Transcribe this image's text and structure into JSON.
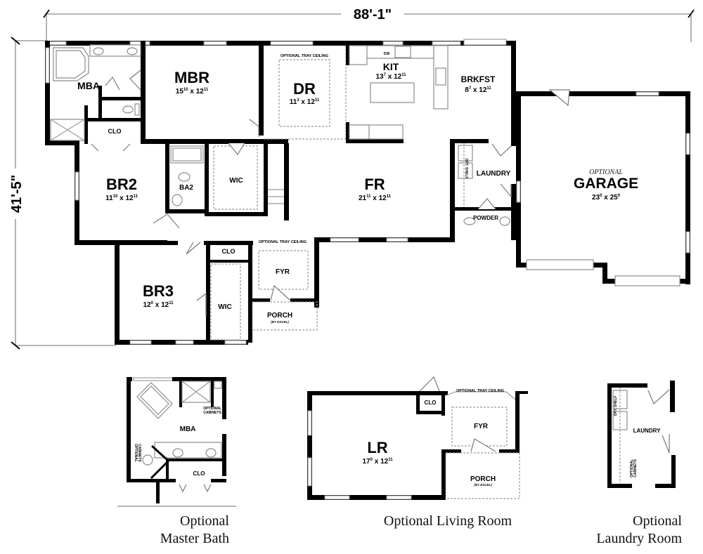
{
  "dimensions": {
    "overall_width": "88'-1\"",
    "overall_depth": "41'-5\""
  },
  "main_plan": {
    "rooms": {
      "mba": {
        "label": "MBA"
      },
      "mbr": {
        "label": "MBR",
        "size_w": "15",
        "size_w_in": "10",
        "size_d": "12",
        "size_d_in": "11"
      },
      "dr": {
        "label": "DR",
        "size_w": "11",
        "size_w_in": "3",
        "size_d": "12",
        "size_d_in": "11",
        "note": "OPTIONAL TRAY CEILING"
      },
      "kit": {
        "label": "KIT",
        "size_w": "13",
        "size_w_in": "7",
        "size_d": "12",
        "size_d_in": "11",
        "appliance": "DW"
      },
      "brkfst": {
        "label": "BRKFST",
        "size_w": "8",
        "size_w_in": "7",
        "size_d": "12",
        "size_d_in": "11"
      },
      "clo_mba": {
        "label": "CLO"
      },
      "br2": {
        "label": "BR2",
        "size_w": "11",
        "size_w_in": "10",
        "size_d": "12",
        "size_d_in": "11"
      },
      "ba2": {
        "label": "BA2"
      },
      "wic_mbr": {
        "label": "WIC"
      },
      "fr": {
        "label": "FR",
        "size_w": "21",
        "size_w_in": "11",
        "size_d": "12",
        "size_d_in": "11"
      },
      "laundry": {
        "label": "LAUNDRY",
        "shelf": "OPT. SHELF"
      },
      "powder": {
        "label": "POWDER"
      },
      "garage": {
        "label": "GARAGE",
        "prefix": "OPTIONAL",
        "size_w": "23",
        "size_w_in": "0",
        "size_d": "25",
        "size_d_in": "0"
      },
      "br3": {
        "label": "BR3",
        "size_w": "12",
        "size_w_in": "0",
        "size_d": "12",
        "size_d_in": "11"
      },
      "clo_br3": {
        "label": "CLO"
      },
      "wic_br3": {
        "label": "WIC"
      },
      "fyr": {
        "label": "FYR",
        "note": "OPTIONAL TRAY CEILING"
      },
      "porch": {
        "label": "PORCH",
        "note": "(BY EXCEL)"
      }
    }
  },
  "options": {
    "master_bath": {
      "caption_line1": "Optional",
      "caption_line2": "Master Bath",
      "mba": "MBA",
      "clo": "CLO",
      "cab1_line1": "OPTIONAL",
      "cab1_line2": "CABINETS",
      "cab2_line1": "OPTIONAL",
      "cab2_line2": "CABINETS"
    },
    "living_room": {
      "caption": "Optional Living Room",
      "lr": {
        "label": "LR",
        "size_w": "17",
        "size_w_in": "0",
        "size_d": "12",
        "size_d_in": "11"
      },
      "clo": "CLO",
      "fyr": "FYR",
      "tray": "OPTIONAL TRAY CEILING",
      "porch": "PORCH",
      "porch_note": "(BY EXCEL)"
    },
    "laundry_room": {
      "caption_line1": "Optional",
      "caption_line2": "Laundry Room",
      "laundry": "LAUNDRY",
      "shelf": "OPT. SHELF",
      "cab_line1": "OPTIONAL",
      "cab_line2": "CABINETS"
    }
  }
}
